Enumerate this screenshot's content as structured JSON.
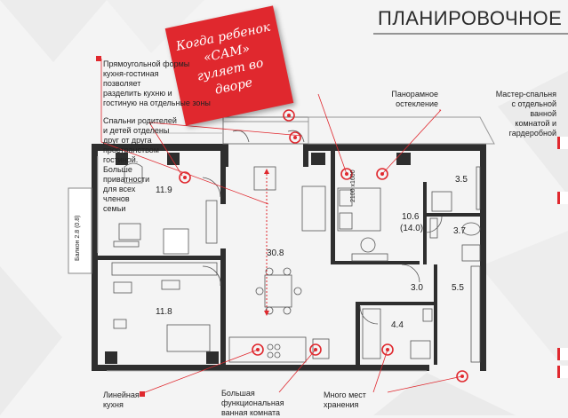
{
  "header": {
    "title": "ПЛАНИРОВОЧНОЕ"
  },
  "sticker": {
    "lines": [
      "Когда ребенок",
      "«САМ»",
      "гуляет во",
      "дворе"
    ]
  },
  "annotations": {
    "kitchen_living": [
      "Прямоугольной формы",
      "кухня-гостиная",
      "позволяет",
      "разделить кухню и",
      "гостиную на отдельные зоны"
    ],
    "bedrooms": [
      "Спальни родителей",
      "и детей отделены",
      "друг от друга",
      "пространством",
      "гостиной.",
      "Больше",
      "приватности",
      "для всех",
      "членов",
      "семьи"
    ],
    "panoramic": [
      "Панорамное",
      "остекление"
    ],
    "master": [
      "Мастер-спальня",
      "с отдельной",
      "ванной",
      "комнатой и",
      "гардеробной"
    ],
    "linear_kitchen": [
      "Линейная",
      "кухня"
    ],
    "big_room": [
      "Большая",
      "функциональная",
      "ванная комната"
    ],
    "storage": [
      "Много мест",
      "хранения"
    ]
  },
  "rooms": {
    "r1": "11.9",
    "r2": "11.8",
    "living": "30.8",
    "master": "10.6",
    "master_sub": "(14.0)",
    "bath1": "3.5",
    "bath2": "3.7",
    "hall": "3.0",
    "bath3": "4.4",
    "corridor": "5.5"
  },
  "balcony": "Балкон 2.8 (0.8)",
  "bed_size": "2100 x1600",
  "colors": {
    "accent": "#e0282e",
    "wall": "#2e2e2e"
  }
}
